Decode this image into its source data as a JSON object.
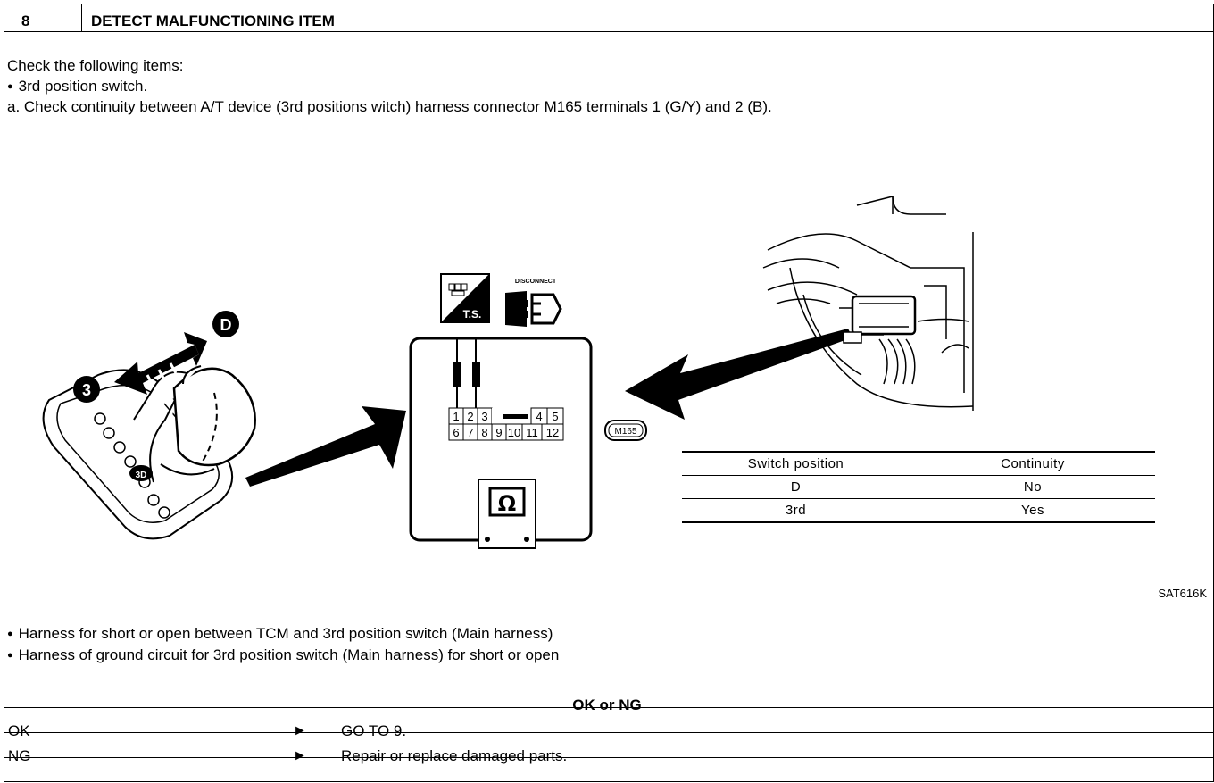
{
  "header": {
    "step_number": "8",
    "title": "DETECT MALFUNCTIONING ITEM"
  },
  "intro": {
    "line1": "Check the following items:",
    "bullet1": "3rd position switch.",
    "step_a": "a.  Check continuity between A/T device (3rd positions witch) harness connector M165 terminals 1 (G/Y) and 2 (B)."
  },
  "figure": {
    "label_d": "D",
    "label_3": "3",
    "shifter_label": "3D",
    "ts_icon_text": "T.S.",
    "disconnect_label": "DISCONNECT",
    "connector_top_row": [
      "1",
      "2",
      "3",
      "",
      "4",
      "5"
    ],
    "connector_bottom_row": [
      "6",
      "7",
      "8",
      "9",
      "10",
      "11",
      "12"
    ],
    "ohm_symbol": "Ω",
    "connector_badge": "M165",
    "figure_code": "SAT616K",
    "table": {
      "headers": [
        "Switch position",
        "Continuity"
      ],
      "rows": [
        [
          "D",
          "No"
        ],
        [
          "3rd",
          "Yes"
        ]
      ]
    }
  },
  "bullets_after": [
    "Harness for short or open between TCM and 3rd position switch (Main harness)",
    "Harness of ground circuit for 3rd position switch (Main harness) for short or open"
  ],
  "result_header": "OK or NG",
  "results": [
    {
      "code": "OK",
      "arrow": "►",
      "action": "GO TO 9."
    },
    {
      "code": "NG",
      "arrow": "►",
      "action": "Repair or replace damaged parts."
    }
  ]
}
